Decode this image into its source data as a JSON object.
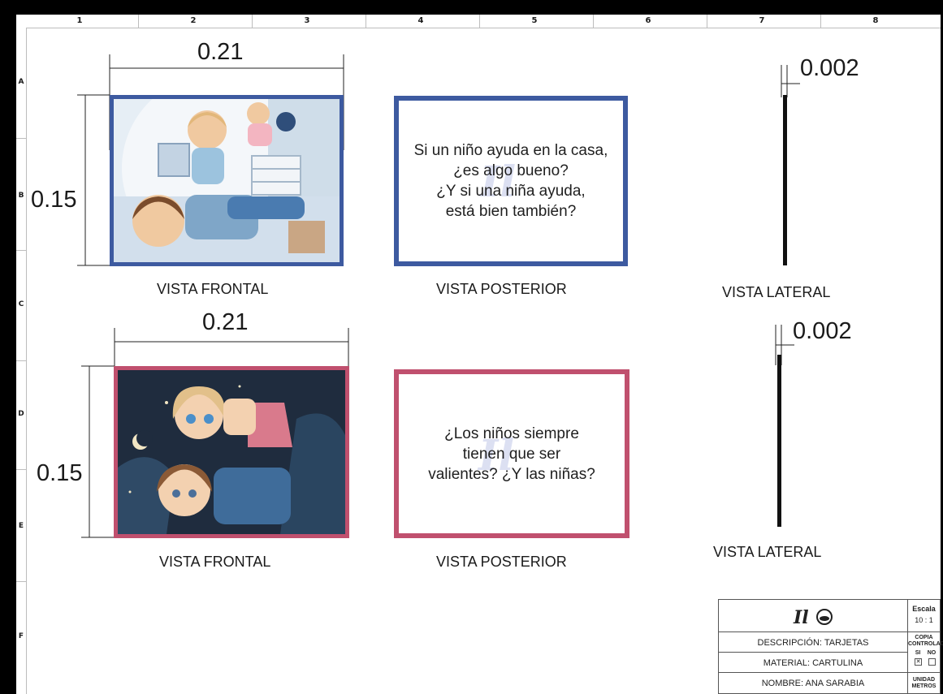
{
  "grid": {
    "columns": [
      "1",
      "2",
      "3",
      "4",
      "5",
      "6",
      "7",
      "8"
    ],
    "rows": [
      "A",
      "B",
      "C",
      "D",
      "E",
      "F"
    ]
  },
  "cards": [
    {
      "front": {
        "width_label": "0.21",
        "height_label": "0.15",
        "caption": "VISTA FRONTAL",
        "border_color": "#3d5aa0"
      },
      "back": {
        "caption": "VISTA POSTERIOR",
        "border_color": "#3d5aa0",
        "question_lines": [
          "Si un niño ayuda en la casa,",
          "¿es algo bueno?",
          "¿Y si una niña ayuda,",
          "está bien también?"
        ]
      },
      "side": {
        "thickness_label": "0.002",
        "caption": "VISTA LATERAL"
      }
    },
    {
      "front": {
        "width_label": "0.21",
        "height_label": "0.15",
        "caption": "VISTA FRONTAL",
        "border_color": "#c0506e"
      },
      "back": {
        "caption": "VISTA POSTERIOR",
        "border_color": "#c0506e",
        "question_lines": [
          "¿Los niños siempre",
          "tienen que ser",
          "valientes? ¿Y las niñas?"
        ]
      },
      "side": {
        "thickness_label": "0.002",
        "caption": "VISTA LATERAL"
      }
    }
  ],
  "title_block": {
    "description": "DESCRIPCIÓN: TARJETAS",
    "material": "MATERIAL: CARTULINA",
    "name": "NOMBRE: ANA SARABIA",
    "scale_label": "Escala",
    "scale_value": "10 : 1",
    "copy_label_1": "COPIA",
    "copy_label_2": "CONTROLADA",
    "copy_si": "SI",
    "copy_no": "NO",
    "unit_label_1": "UNIDAD",
    "unit_label_2": "METROS"
  }
}
